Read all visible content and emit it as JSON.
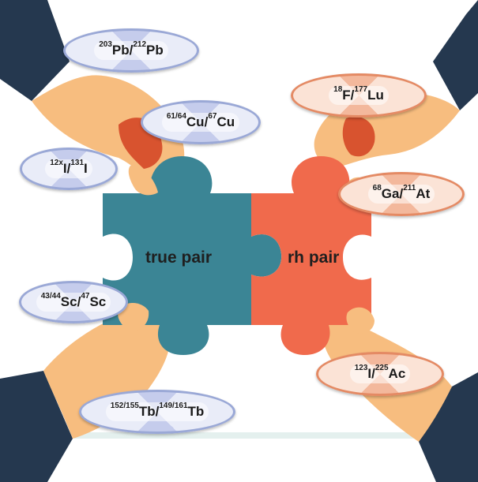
{
  "puzzle": {
    "left_label": "true pair",
    "right_label": "rh pair"
  },
  "badges": [
    {
      "id": "pb",
      "color": "blue",
      "parts": [
        {
          "sup": "203",
          "el": "Pb"
        },
        {
          "sep": "/"
        },
        {
          "sup": "212",
          "el": "Pb"
        }
      ]
    },
    {
      "id": "cu",
      "color": "blue",
      "parts": [
        {
          "sup": "61/64",
          "el": "Cu"
        },
        {
          "sep": "/"
        },
        {
          "sup": "67",
          "el": "Cu"
        }
      ]
    },
    {
      "id": "i",
      "color": "blue",
      "parts": [
        {
          "sup": "12x",
          "el": "I"
        },
        {
          "sep": "/"
        },
        {
          "sup": "131",
          "el": "I"
        }
      ]
    },
    {
      "id": "sc",
      "color": "blue",
      "parts": [
        {
          "sup": "43/44",
          "el": "Sc"
        },
        {
          "sep": "/"
        },
        {
          "sup": "47",
          "el": "Sc"
        }
      ]
    },
    {
      "id": "tb",
      "color": "blue",
      "parts": [
        {
          "sup": "152/155",
          "el": "Tb"
        },
        {
          "sep": "/"
        },
        {
          "sup": "149/161",
          "el": "Tb"
        }
      ]
    },
    {
      "id": "f-lu",
      "color": "orange",
      "parts": [
        {
          "sup": "18",
          "el": "F"
        },
        {
          "sep": "/"
        },
        {
          "sup": "177",
          "el": "Lu"
        }
      ]
    },
    {
      "id": "ga-at",
      "color": "orange",
      "parts": [
        {
          "sup": "68",
          "el": "Ga"
        },
        {
          "sep": "/"
        },
        {
          "sup": "211",
          "el": "At"
        }
      ]
    },
    {
      "id": "i-ac",
      "color": "orange",
      "parts": [
        {
          "sup": "123",
          "el": "I"
        },
        {
          "sep": "/"
        },
        {
          "sup": "225",
          "el": "Ac"
        }
      ]
    }
  ],
  "colors": {
    "teal_piece": "#3b8595",
    "coral_piece": "#f06a4c",
    "skin": "#f7bd7f",
    "sleeve": "#25384f"
  }
}
